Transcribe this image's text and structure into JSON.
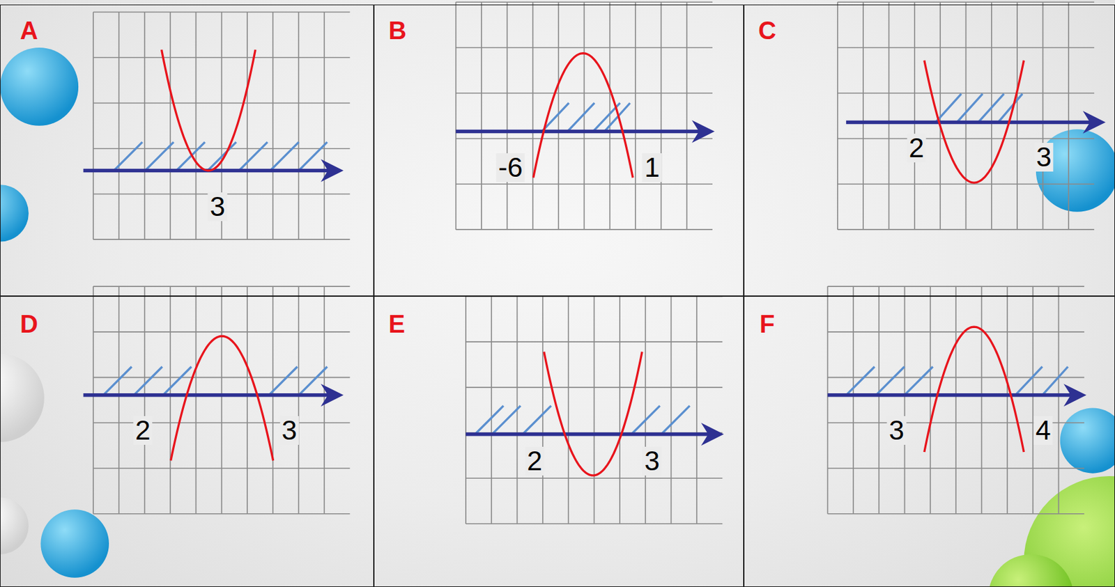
{
  "diagram": {
    "nodes": [
      {
        "text": [
          "A",
          "3"
        ]
      },
      {
        "text": [
          "B",
          "-6",
          "1"
        ]
      },
      {
        "text": [
          "C",
          "2",
          "3"
        ]
      },
      {
        "text": [
          "D",
          "2",
          "3"
        ]
      },
      {
        "text": [
          "E",
          "2",
          "3"
        ]
      },
      {
        "text": [
          "F",
          "3",
          "4"
        ]
      }
    ]
  }
}
